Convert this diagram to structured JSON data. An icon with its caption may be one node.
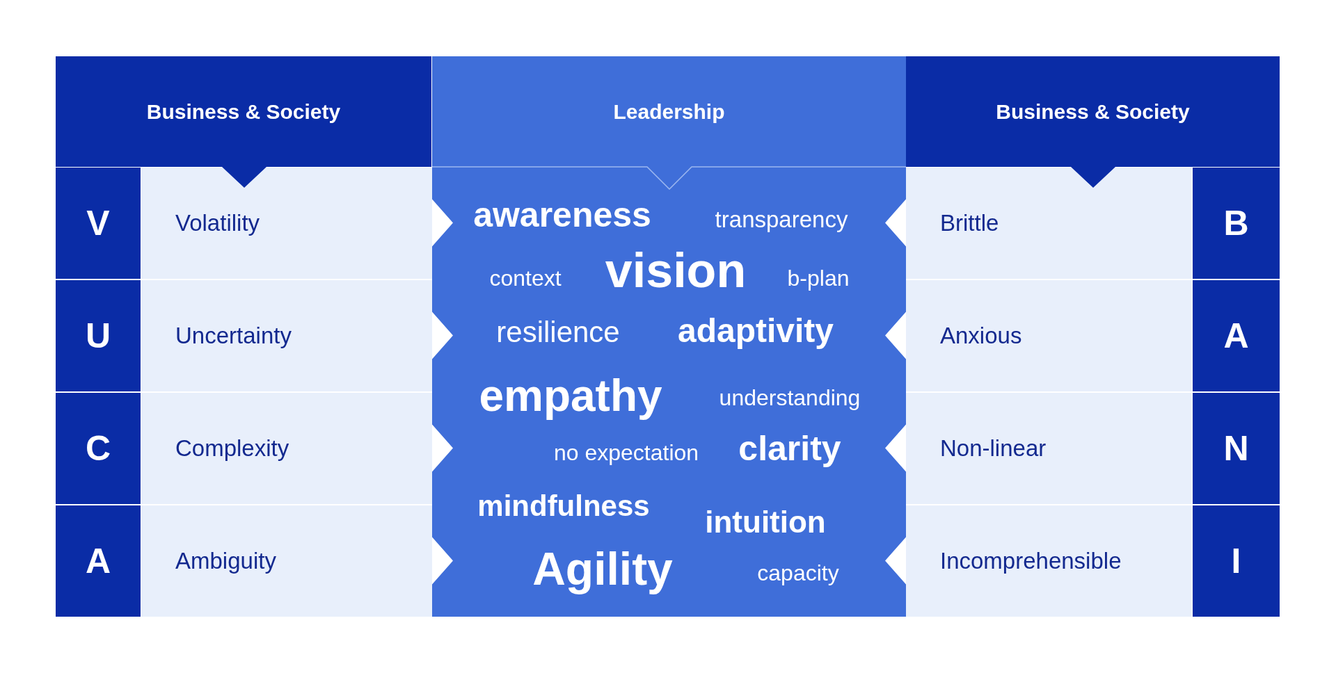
{
  "diagram": {
    "nodes": [
      {
        "text": [
          "Business & Society"
        ]
      },
      {
        "text": [
          "Leadership"
        ]
      },
      {
        "text": [
          "Business & Society"
        ]
      },
      {
        "text": [
          "awareness",
          "transparency",
          "context",
          "vision",
          "b-plan",
          "resilience",
          "adaptivity",
          "empathy",
          "understanding",
          "no expectation",
          "clarity",
          "mindfulness",
          "intuition",
          "Agility",
          "capacity"
        ]
      },
      {
        "text": [
          "V"
        ]
      },
      {
        "text": [
          "Volatility"
        ]
      },
      {
        "text": [
          "Brittle"
        ]
      },
      {
        "text": [
          "B"
        ]
      },
      {
        "text": [
          "U"
        ]
      },
      {
        "text": [
          "Uncertainty"
        ]
      },
      {
        "text": [
          "Anxious"
        ]
      },
      {
        "text": [
          "A"
        ]
      },
      {
        "text": [
          "C"
        ]
      },
      {
        "text": [
          "Complexity"
        ]
      },
      {
        "text": [
          "Non-linear"
        ]
      },
      {
        "text": [
          "N"
        ]
      },
      {
        "text": [
          "A"
        ]
      },
      {
        "text": [
          "Ambiguity"
        ]
      },
      {
        "text": [
          "Incomprehensible"
        ]
      },
      {
        "text": [
          "I"
        ]
      }
    ]
  }
}
